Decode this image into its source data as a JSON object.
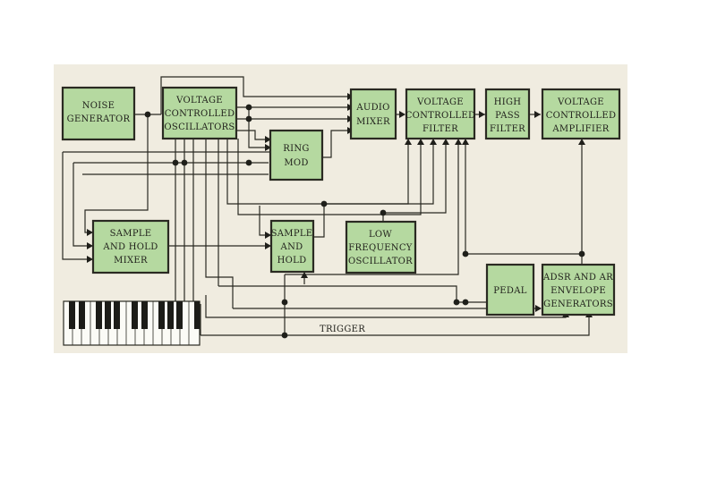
{
  "boxes": {
    "noise_generator": [
      "NOISE",
      "GENERATOR"
    ],
    "vco": [
      "VOLTAGE",
      "CONTROLLED",
      "OSCILLATORS"
    ],
    "ring_mod": [
      "RING",
      "MOD"
    ],
    "audio_mixer": [
      "AUDIO",
      "MIXER"
    ],
    "vcf": [
      "VOLTAGE",
      "CONTROLLED",
      "FILTER"
    ],
    "hpf": [
      "HIGH",
      "PASS",
      "FILTER"
    ],
    "vca": [
      "VOLTAGE",
      "CONTROLLED",
      "AMPLIFIER"
    ],
    "sh_mixer": [
      "SAMPLE",
      "AND HOLD",
      "MIXER"
    ],
    "sample_hold": [
      "SAMPLE",
      "AND",
      "HOLD"
    ],
    "lfo": [
      "LOW",
      "FREQUENCY",
      "OSCILLATOR"
    ],
    "pedal": [
      "PEDAL"
    ],
    "adsr": [
      "ADSR AND AR",
      "ENVELOPE",
      "GENERATORS"
    ]
  },
  "trigger_label": "TRIGGER",
  "colors": {
    "box_fill": "#b5d9a0",
    "background": "#f0ece0",
    "ink": "#2a2a22"
  }
}
